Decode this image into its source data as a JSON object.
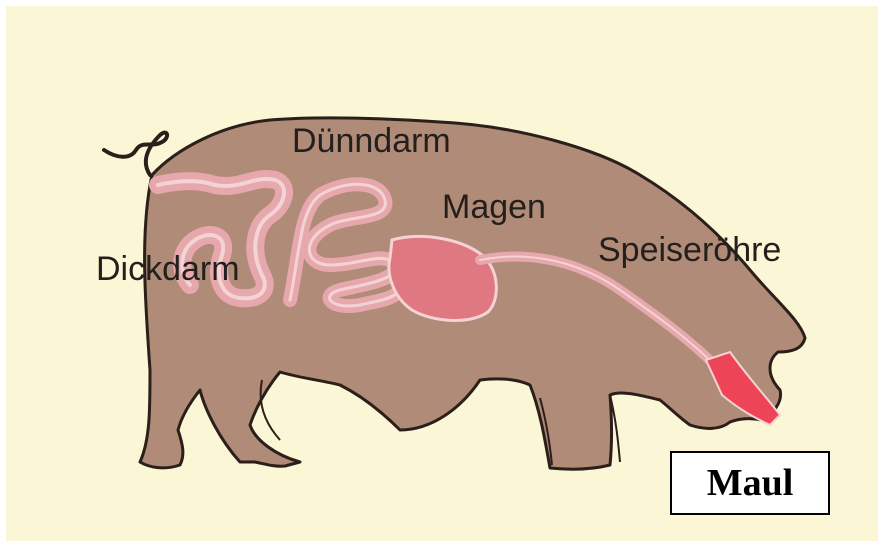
{
  "labels": {
    "duenndarm": "Dünndarm",
    "magen": "Magen",
    "dickdarm": "Dickdarm",
    "speiseroehre": "Speiseröhre",
    "maul": "Maul"
  },
  "colors": {
    "background": "#fbf6d6",
    "pig_body": "#b08b78",
    "pig_outline": "#2b1f1a",
    "intestine_fill": "#e7a8ad",
    "intestine_edge": "#f3d3d3",
    "stomach": "#e07882",
    "mouth": "#ee4458"
  }
}
